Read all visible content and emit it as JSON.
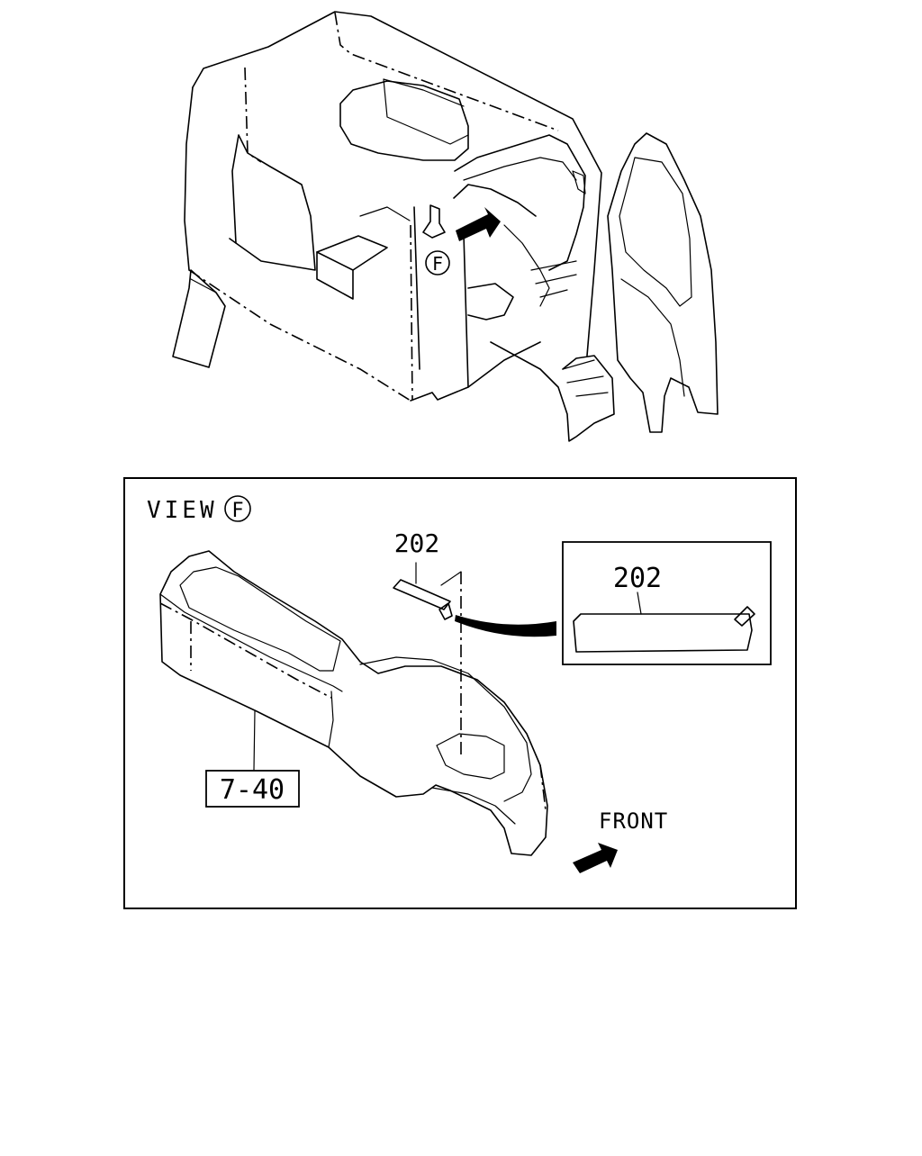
{
  "overview": {
    "view_marker": "F"
  },
  "detail": {
    "view_label": "VIEW",
    "view_marker": "F",
    "part_number_main": "202",
    "part_number_inset": "202",
    "reference_label": "7-40",
    "direction_label": "FRONT"
  }
}
